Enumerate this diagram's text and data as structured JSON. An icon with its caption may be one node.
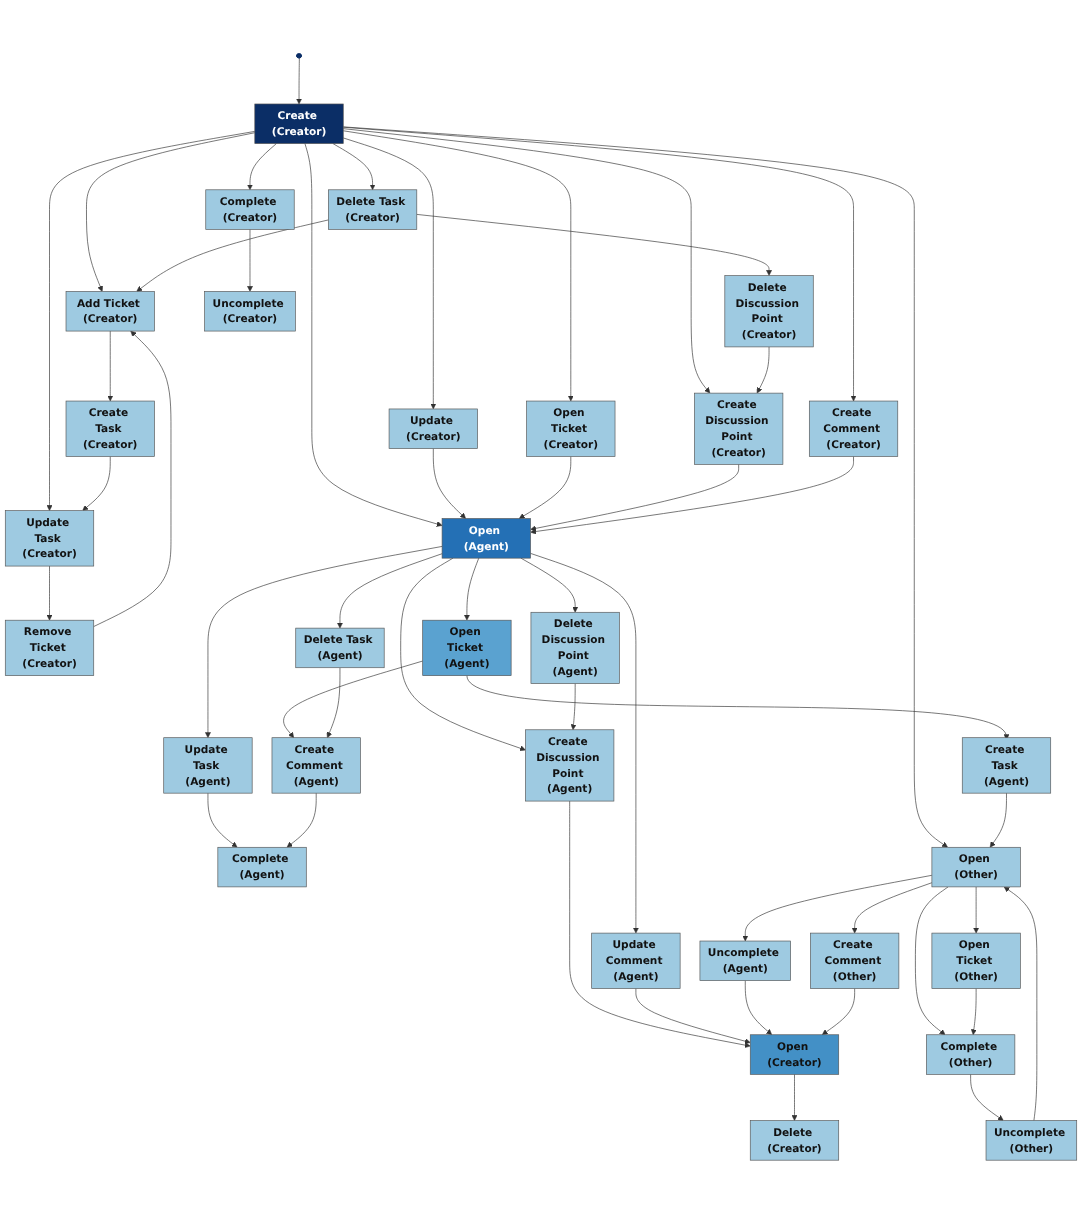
{
  "diagram": {
    "nodes": [
      {
        "text": [],
        "shape": "bar"
      },
      {
        "text": [
          "Create (Creator)"
        ]
      },
      {
        "text": [
          "Delete Task (Creator)"
        ]
      },
      {
        "text": [
          "Update (Creator)"
        ]
      },
      {
        "text": [
          "Create Comment (Creator)"
        ]
      },
      {
        "text": [
          "Add Ticket (Creator)"
        ]
      },
      {
        "text": [
          "Delete Discussion Point (Creator)"
        ]
      },
      {
        "text": [
          "Open Ticket (Creator)"
        ]
      },
      {
        "text": [
          "Complete (Creator)"
        ]
      },
      {
        "text": [
          "Create Task (Creator)"
        ]
      },
      {
        "text": [
          "Create Discussion Point (Creator)"
        ]
      },
      {
        "text": [
          "Uncomplete (Creator)"
        ]
      },
      {
        "text": [
          "Update Task (Creator)"
        ]
      },
      {
        "text": [
          "Open (Agent)"
        ]
      },
      {
        "text": [
          "Remove Ticket (Creator)"
        ]
      },
      {
        "text": [
          "Delete Task (Agent)"
        ]
      },
      {
        "text": [
          "Open Ticket (Agent)"
        ]
      },
      {
        "text": [
          "Delete Discussion Point (Agent)"
        ]
      },
      {
        "text": [
          "Update Task (Agent)"
        ]
      },
      {
        "text": [
          "Create Comment (Agent)"
        ]
      },
      {
        "text": [
          "Create Discussion Point (Agent)"
        ]
      },
      {
        "text": [
          "Create Task (Agent)"
        ]
      },
      {
        "text": [
          "Complete (Agent)"
        ]
      },
      {
        "text": [
          "Update Comment (Agent)"
        ]
      },
      {
        "text": [
          "Open (Other)"
        ]
      },
      {
        "text": [
          "Uncomplete (Agent)"
        ]
      },
      {
        "text": [
          "Create Comment (Other)"
        ]
      },
      {
        "text": [
          "Open Ticket (Other)"
        ]
      },
      {
        "text": [
          "Open (Creator)"
        ]
      },
      {
        "text": [
          "Complete (Other)"
        ]
      },
      {
        "text": [
          "Delete (Creator)"
        ]
      },
      {
        "text": [
          "Uncomplete (Other)"
        ]
      }
    ],
    "edges": [
      {
        "from": 0,
        "to": 1,
        "arrow": "to"
      },
      {
        "from": 1,
        "to": 2,
        "arrow": "to"
      },
      {
        "from": 1,
        "to": 3,
        "arrow": "to"
      },
      {
        "from": 1,
        "to": 4,
        "arrow": "to"
      },
      {
        "from": 1,
        "to": 5,
        "arrow": "to"
      },
      {
        "from": 1,
        "to": 7,
        "arrow": "to"
      },
      {
        "from": 1,
        "to": 10,
        "arrow": "to"
      },
      {
        "from": 1,
        "to": 8,
        "arrow": "to"
      },
      {
        "from": 1,
        "to": 12,
        "arrow": "to"
      },
      {
        "from": 1,
        "to": 13,
        "arrow": "to"
      },
      {
        "from": 1,
        "to": 24,
        "arrow": "to"
      },
      {
        "from": 2,
        "to": 5,
        "arrow": "to"
      },
      {
        "from": 2,
        "to": 6,
        "arrow": "to"
      },
      {
        "from": 6,
        "to": 10,
        "arrow": "to"
      },
      {
        "from": 5,
        "to": 9,
        "arrow": "to"
      },
      {
        "from": 9,
        "to": 12,
        "arrow": "to"
      },
      {
        "from": 12,
        "to": 14,
        "arrow": "to"
      },
      {
        "from": 14,
        "to": 5,
        "arrow": "to"
      },
      {
        "from": 3,
        "to": 13,
        "arrow": "to"
      },
      {
        "from": 7,
        "to": 13,
        "arrow": "to"
      },
      {
        "from": 10,
        "to": 13,
        "arrow": "to"
      },
      {
        "from": 4,
        "to": 13,
        "arrow": "to"
      },
      {
        "from": 8,
        "to": 11,
        "arrow": "to"
      },
      {
        "from": 13,
        "to": 17,
        "arrow": "to"
      },
      {
        "from": 13,
        "to": 15,
        "arrow": "to"
      },
      {
        "from": 13,
        "to": 16,
        "arrow": "to"
      },
      {
        "from": 13,
        "to": 18,
        "arrow": "to"
      },
      {
        "from": 13,
        "to": 20,
        "arrow": "to"
      },
      {
        "from": 13,
        "to": 23,
        "arrow": "to"
      },
      {
        "from": 16,
        "to": 19,
        "arrow": "to"
      },
      {
        "from": 15,
        "to": 19,
        "arrow": "to"
      },
      {
        "from": 16,
        "to": 21,
        "arrow": "to"
      },
      {
        "from": 17,
        "to": 20,
        "arrow": "to"
      },
      {
        "from": 18,
        "to": 22,
        "arrow": "to"
      },
      {
        "from": 19,
        "to": 22,
        "arrow": "to"
      },
      {
        "from": 21,
        "to": 24,
        "arrow": "to"
      },
      {
        "from": 20,
        "to": 28,
        "arrow": "to"
      },
      {
        "from": 23,
        "to": 28,
        "arrow": "to"
      },
      {
        "from": 25,
        "to": 28,
        "arrow": "to"
      },
      {
        "from": 26,
        "to": 28,
        "arrow": "to"
      },
      {
        "from": 24,
        "to": 25,
        "arrow": "to"
      },
      {
        "from": 24,
        "to": 26,
        "arrow": "to"
      },
      {
        "from": 24,
        "to": 27,
        "arrow": "to"
      },
      {
        "from": 24,
        "to": 29,
        "arrow": "to"
      },
      {
        "from": 27,
        "to": 29,
        "arrow": "to"
      },
      {
        "from": 29,
        "to": 31,
        "arrow": "to"
      },
      {
        "from": 31,
        "to": 24,
        "arrow": "to"
      },
      {
        "from": 28,
        "to": 30,
        "arrow": "to"
      }
    ]
  }
}
